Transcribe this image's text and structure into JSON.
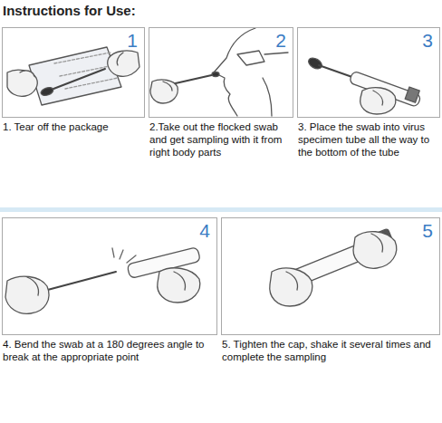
{
  "diagram": {
    "title": "Instructions for Use:",
    "nodes": [
      {
        "text": [
          "1",
          "1. Tear off the package"
        ]
      },
      {
        "text": [
          "2",
          "2.Take out the flocked swab and get sampling with it from right body parts"
        ]
      },
      {
        "text": [
          "3",
          "3. Place the swab into virus specimen tube all the way to the bottom of the tube"
        ]
      },
      {
        "text": [
          "4",
          "4. Bend the swab at a 180 degrees angle to break at the appropriate point"
        ]
      },
      {
        "text": [
          "5",
          "5. Tighten the cap, shake it several times and complete the sampling"
        ]
      }
    ]
  }
}
